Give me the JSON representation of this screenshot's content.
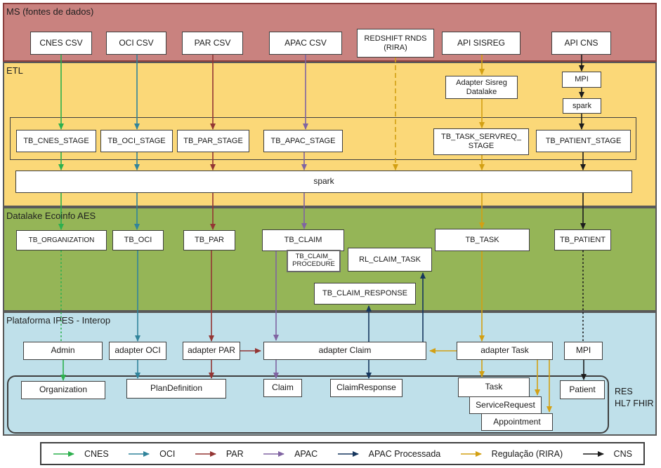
{
  "bands": {
    "ms": {
      "label": "MS (fontes de dados)"
    },
    "etl": {
      "label": "ETL"
    },
    "datalake": {
      "label": "Datalake Ecoinfo AES"
    },
    "ipes": {
      "label": "Plataforma IPES - Interop"
    }
  },
  "nodes": {
    "cnes_csv": "CNES CSV",
    "oci_csv": "OCI CSV",
    "par_csv": "PAR CSV",
    "apac_csv": "APAC CSV",
    "redshift_rnds": "REDSHIFT RNDS\n(RIRA)",
    "api_sisreg": "API SISREG",
    "api_cns": "API CNS",
    "adapter_sisreg": "Adapter Sisreg\nDatalake",
    "mpi_etl": "MPI",
    "spark_small": "spark",
    "tb_cnes_stage": "TB_CNES_STAGE",
    "tb_oci_stage": "TB_OCI_STAGE",
    "tb_par_stage": "TB_PAR_STAGE",
    "tb_apac_stage": "TB_APAC_STAGE",
    "tb_task_servreq_stage": "TB_TASK_SERVREQ_\nSTAGE",
    "tb_patient_stage": "TB_PATIENT_STAGE",
    "spark_wide": "spark",
    "tb_organization": "TB_ORGANIZATION",
    "tb_oci": "TB_OCI",
    "tb_par": "TB_PAR",
    "tb_claim": "TB_CLAIM",
    "tb_claim_procedure": "TB_CLAIM_\nPROCEDURE",
    "rl_claim_task": "RL_CLAIM_TASK",
    "tb_claim_response": "TB_CLAIM_RESPONSE",
    "tb_task": "TB_TASK",
    "tb_patient": "TB_PATIENT",
    "admin": "Admin",
    "adapter_oci": "adapter OCI",
    "adapter_par": "adapter PAR",
    "adapter_claim": "adapter Claim",
    "adapter_task": "adapter Task",
    "mpi_ipes": "MPI",
    "organization": "Organization",
    "plandefinition": "PlanDefinition",
    "claim": "Claim",
    "claimresponse": "ClaimResponse",
    "task": "Task",
    "servicerequest": "ServiceRequest",
    "appointment": "Appointment",
    "patient": "Patient",
    "res_note": "RES\nHL7 FHIR"
  },
  "legend": {
    "items": [
      {
        "label": "CNES",
        "color": "#2db04e"
      },
      {
        "label": "OCI",
        "color": "#31849b"
      },
      {
        "label": "PAR",
        "color": "#943634"
      },
      {
        "label": "APAC",
        "color": "#8064a2"
      },
      {
        "label": "APAC Processada",
        "color": "#17375e"
      },
      {
        "label": "Regulação (RIRA)",
        "color": "#d3a013"
      },
      {
        "label": "CNS",
        "color": "#1c1c1c"
      }
    ]
  },
  "colors": {
    "cnes": "#2db04e",
    "oci": "#31849b",
    "par": "#943634",
    "apac": "#8064a2",
    "apac_processada": "#17375e",
    "regulacao": "#d3a013",
    "cns": "#1c1c1c",
    "ms_fill": "#c9827f",
    "ms_border": "#8b3f3d",
    "etl_fill": "#fbd878",
    "datalake_fill": "#95b557",
    "ipes_fill": "#bfe0ea",
    "band_border": "#595959"
  }
}
